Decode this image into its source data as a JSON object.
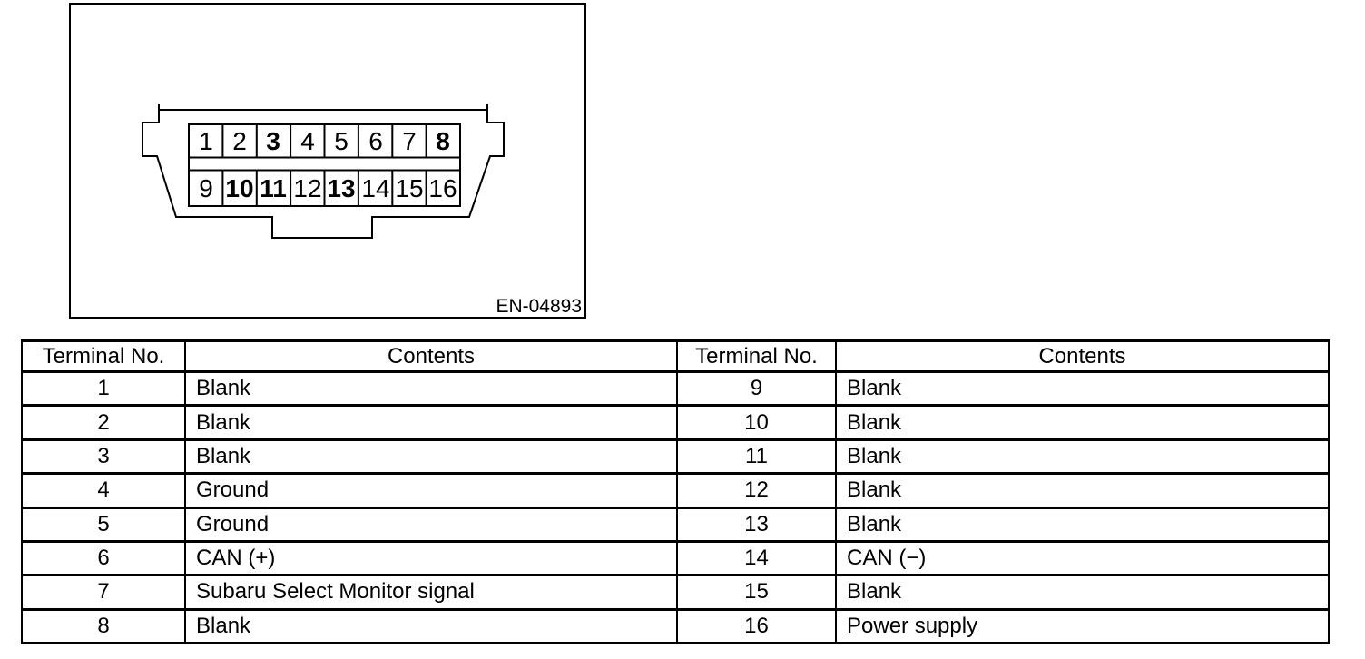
{
  "page": {
    "background_color": "#ffffff",
    "ink_color": "#000000"
  },
  "figure": {
    "code_label": "EN-04893",
    "connector": {
      "pins": [
        {
          "n": "1",
          "weight": "normal"
        },
        {
          "n": "2",
          "weight": "normal"
        },
        {
          "n": "3",
          "weight": "bold"
        },
        {
          "n": "4",
          "weight": "normal"
        },
        {
          "n": "5",
          "weight": "normal"
        },
        {
          "n": "6",
          "weight": "normal"
        },
        {
          "n": "7",
          "weight": "normal"
        },
        {
          "n": "8",
          "weight": "bold"
        },
        {
          "n": "9",
          "weight": "normal"
        },
        {
          "n": "10",
          "weight": "bold"
        },
        {
          "n": "11",
          "weight": "bold"
        },
        {
          "n": "12",
          "weight": "normal"
        },
        {
          "n": "13",
          "weight": "bold"
        },
        {
          "n": "14",
          "weight": "normal"
        },
        {
          "n": "15",
          "weight": "normal"
        },
        {
          "n": "16",
          "weight": "normal"
        }
      ]
    }
  },
  "table": {
    "headers": [
      "Terminal No.",
      "Contents",
      "Terminal No.",
      "Contents"
    ],
    "terminals": [
      {
        "no": "1",
        "contents": "Blank"
      },
      {
        "no": "2",
        "contents": "Blank"
      },
      {
        "no": "3",
        "contents": "Blank"
      },
      {
        "no": "4",
        "contents": "Ground"
      },
      {
        "no": "5",
        "contents": "Ground"
      },
      {
        "no": "6",
        "contents": "CAN (+)"
      },
      {
        "no": "7",
        "contents": "Subaru Select Monitor signal"
      },
      {
        "no": "8",
        "contents": "Blank"
      },
      {
        "no": "9",
        "contents": "Blank"
      },
      {
        "no": "10",
        "contents": "Blank"
      },
      {
        "no": "11",
        "contents": "Blank"
      },
      {
        "no": "12",
        "contents": "Blank"
      },
      {
        "no": "13",
        "contents": "Blank"
      },
      {
        "no": "14",
        "contents": "CAN (−)"
      },
      {
        "no": "15",
        "contents": "Blank"
      },
      {
        "no": "16",
        "contents": "Power supply"
      }
    ]
  }
}
